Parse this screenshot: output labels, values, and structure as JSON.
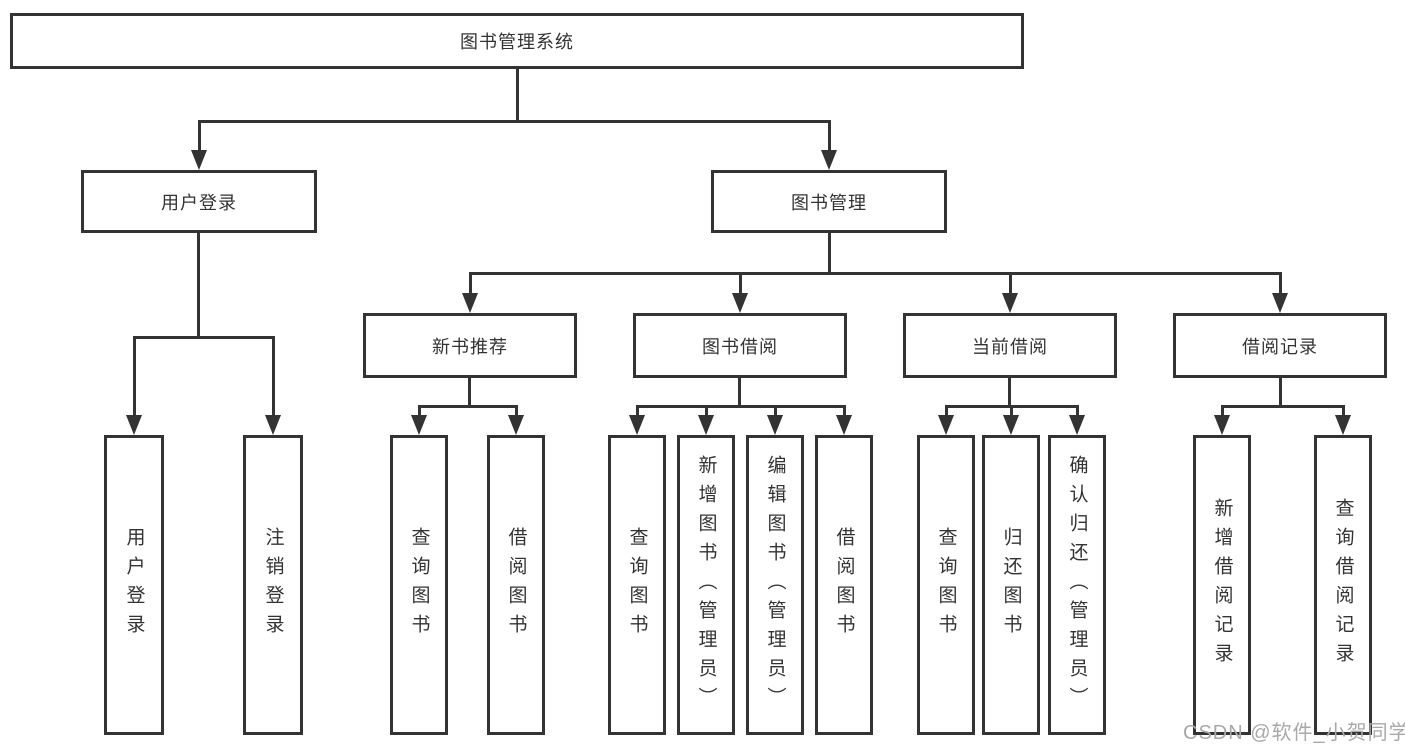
{
  "nodes": {
    "root": {
      "label": "图书管理系统"
    },
    "level2": [
      {
        "label": "用户登录"
      },
      {
        "label": "图书管理"
      }
    ],
    "level3": [
      {
        "label": "新书推荐"
      },
      {
        "label": "图书借阅"
      },
      {
        "label": "当前借阅"
      },
      {
        "label": "借阅记录"
      }
    ],
    "login_leaves": [
      {
        "label": "用户登录"
      },
      {
        "label": "注销登录"
      }
    ],
    "recommend_leaves": [
      {
        "label": "查询图书"
      },
      {
        "label": "借阅图书"
      }
    ],
    "borrow_leaves": [
      {
        "label": "查询图书"
      },
      {
        "label": "新增图书（管理员）"
      },
      {
        "label": "编辑图书（管理员）"
      },
      {
        "label": "借阅图书"
      }
    ],
    "current_leaves": [
      {
        "label": "查询图书"
      },
      {
        "label": "归还图书"
      },
      {
        "label": "确认归还（管理员）"
      }
    ],
    "record_leaves": [
      {
        "label": "新增借阅记录"
      },
      {
        "label": "查询借阅记录"
      }
    ]
  },
  "watermark": "CSDN @软件_小贺同学",
  "colors": {
    "line": "#333333",
    "box_border": "#333333",
    "box_fill": "#ffffff",
    "text": "#333333",
    "watermark": "#a9a9a9"
  }
}
